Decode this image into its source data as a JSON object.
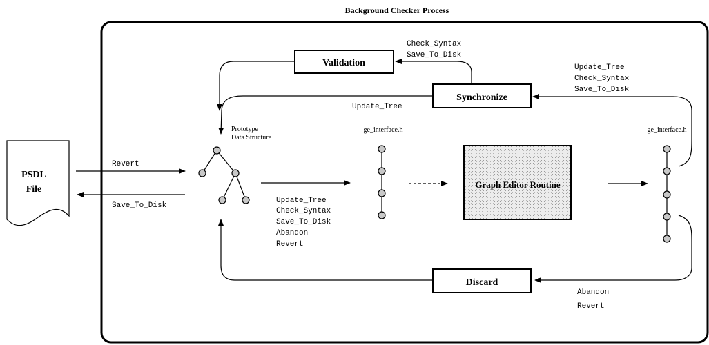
{
  "title": "Background Checker Process",
  "psdl_file": {
    "line1": "PSDL",
    "line2": "File"
  },
  "revert_label": "Revert",
  "save_label": "Save_To_Disk",
  "prototype_label": {
    "line1": "Prototype",
    "line2": "Data Structure"
  },
  "middle_commands": [
    "Update_Tree",
    "Check_Syntax",
    "Save_To_Disk",
    "Abandon",
    "Revert"
  ],
  "interface_left_label": "ge_interface.h",
  "interface_right_label": "ge_interface.h",
  "graph_editor_label": "Graph Editor Routine",
  "validation": {
    "label": "Validation",
    "commands": [
      "Check_Syntax",
      "Save_To_Disk"
    ]
  },
  "synchronize": {
    "label": "Synchronize",
    "commands": [
      "Update_Tree",
      "Check_Syntax",
      "Save_To_Disk"
    ],
    "return_label": "Update_Tree"
  },
  "discard": {
    "label": "Discard",
    "commands": [
      "Abandon",
      "Revert"
    ]
  },
  "colors": {
    "line": "#000000",
    "node_fill": "#c8c8c8",
    "editor_fill": "#e6e6e6"
  }
}
